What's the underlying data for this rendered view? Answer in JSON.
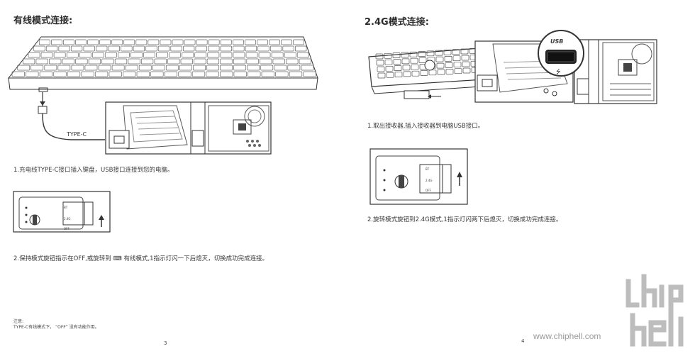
{
  "left": {
    "title": "有线模式连接:",
    "cable_label": "TYPE-C",
    "step1": "1.充电线TYPE-C接口插入键盘，USB接口连接到您的电脑。",
    "step2": "2.保持模式旋钮指示在OFF,或旋转到 ⌨ 有线模式,1指示灯闪一下后熄灭，切换成功完成连接。",
    "note_title": "注意:",
    "note_body": "TYPE-C有线模式下， “OFF” 没有功能作用。",
    "page_number": "3"
  },
  "right": {
    "title": "2.4G模式连接:",
    "usb_label": "USB",
    "step1": "1.取出接收器,插入接收器到电脑USB接口。",
    "step2": "2.旋转模式旋钮到2.4G模式,1指示灯闪两下后熄灭，切换成功完成连接。",
    "page_number": "4"
  },
  "switch_labels": [
    "BT",
    "2.4G",
    "OFF"
  ],
  "watermark": {
    "url": "www.chiphell.com",
    "logo_text": "chiphell"
  }
}
